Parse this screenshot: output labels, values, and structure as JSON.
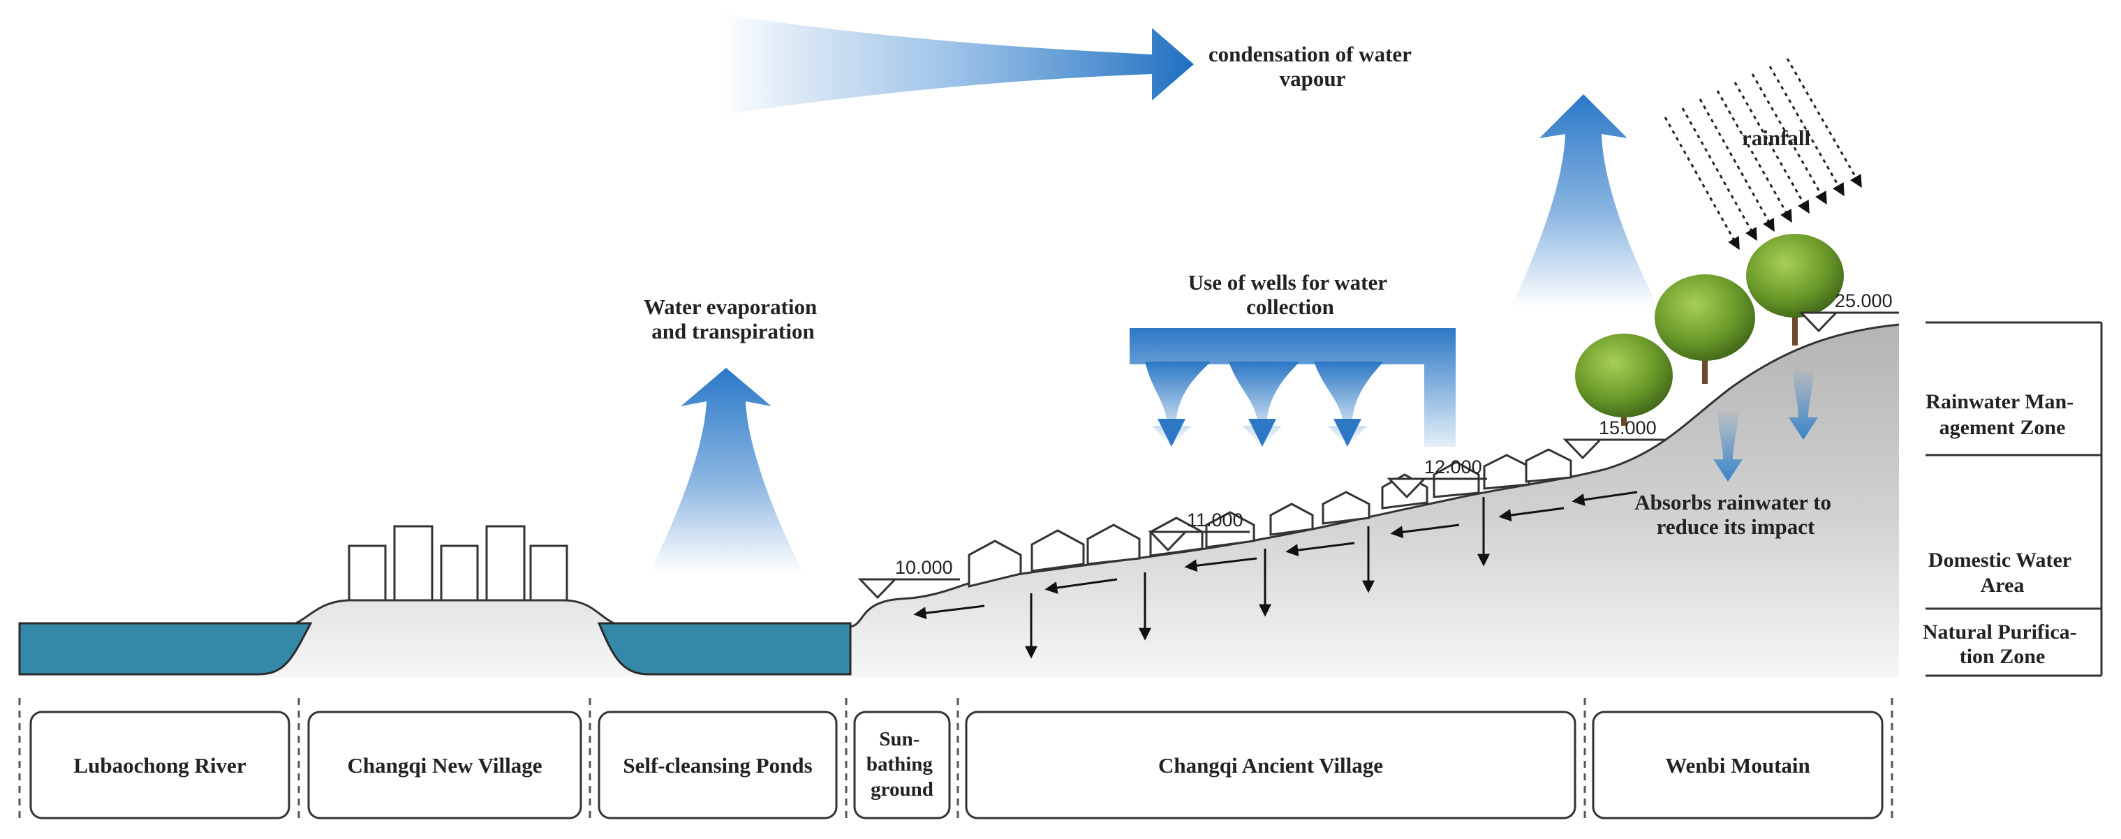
{
  "labels": {
    "condensation": [
      "condensation of water",
      "vapour"
    ],
    "evaporation": [
      "Water evaporation",
      "and transpiration"
    ],
    "wells": [
      "Use of wells for water",
      "collection"
    ],
    "rainfall": "rainfall",
    "absorbs": [
      "Absorbs rainwater to",
      "reduce its impact"
    ]
  },
  "elevations": {
    "e10": "10.000",
    "e11": "11.000",
    "e12": "12.000",
    "e15": "15.000",
    "e25": "25.000"
  },
  "zones": [
    [
      "Rainwater Man-",
      "agement Zone"
    ],
    [
      "Domestic Water",
      "Area"
    ],
    [
      "Natural Purifica-",
      "tion Zone"
    ]
  ],
  "segments": [
    [
      "Lubaochong River"
    ],
    [
      "Changqi New Village"
    ],
    [
      "Self-cleansing Ponds"
    ],
    [
      "Sun-",
      "bathing",
      "ground"
    ],
    [
      "Changqi Ancient Village"
    ],
    [
      "Wenbi Moutain"
    ]
  ],
  "colors": {
    "water": "#3589a8",
    "ground": "#bcbcbc",
    "flow_arrow": "#2f7fc8"
  }
}
